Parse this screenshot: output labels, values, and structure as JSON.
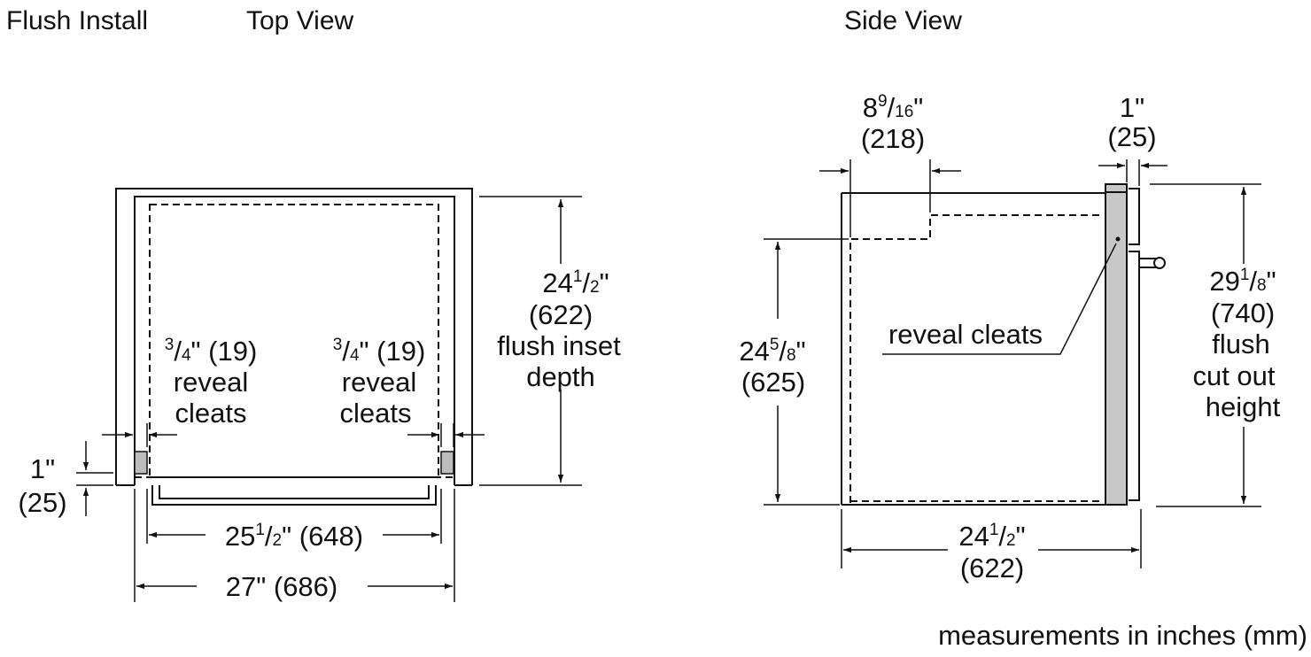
{
  "headers": {
    "flush_install": "Flush Install",
    "top_view": "Top View",
    "side_view": "Side View"
  },
  "top_view": {
    "depth": {
      "whole": "24",
      "num": "1",
      "den": "2",
      "unit": "\"",
      "mm": "(622)",
      "label_line1": "flush inset",
      "label_line2": "depth"
    },
    "left_cleat": {
      "num": "3",
      "den": "4",
      "rest": "\" (19)",
      "label_line1": "reveal",
      "label_line2": "cleats"
    },
    "right_cleat": {
      "num": "3",
      "den": "4",
      "rest": "\" (19)",
      "label_line1": "reveal",
      "label_line2": "cleats"
    },
    "front_offset": {
      "value": "1\"",
      "mm": "(25)"
    },
    "inner_width": {
      "whole": "25",
      "num": "1",
      "den": "2",
      "rest": "\" (648)"
    },
    "outer_width": {
      "text": "27\" (686)"
    }
  },
  "side_view": {
    "top_step": {
      "whole": "8",
      "num": "9",
      "den": "16",
      "unit": "\"",
      "mm": "(218)"
    },
    "door_thickness": {
      "value": "1\"",
      "mm": "(25)"
    },
    "reveal_cleats": "reveal cleats",
    "height_left": {
      "whole": "24",
      "num": "5",
      "den": "8",
      "unit": "\"",
      "mm": "(625)"
    },
    "cutout_height": {
      "whole": "29",
      "num": "1",
      "den": "8",
      "unit": "\"",
      "mm": "(740)",
      "label_line1": "flush",
      "label_line2": "cut out",
      "label_line3": "height"
    },
    "depth": {
      "whole": "24",
      "num": "1",
      "den": "2",
      "unit": "\"",
      "mm": "(622)"
    }
  },
  "footer": {
    "note": "measurements in inches (mm)"
  }
}
